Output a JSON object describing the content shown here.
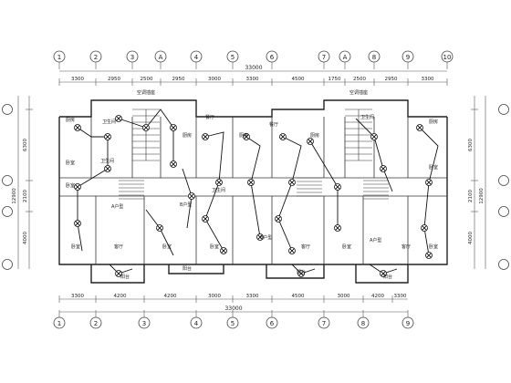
{
  "axes_top": [
    "1",
    "2",
    "3",
    "A",
    "4",
    "5",
    "6",
    "7",
    "A",
    "8",
    "9",
    "10"
  ],
  "axes_bottom": [
    "1",
    "2",
    "3",
    "4",
    "5",
    "6",
    "7",
    "8",
    "9"
  ],
  "axes_side": [
    "",
    "",
    "",
    ""
  ],
  "dims_top_total": "33000",
  "dims_top": [
    "3300",
    "2950",
    "2500",
    "2950",
    "3000",
    "3300",
    "4500",
    "1750",
    "2500",
    "2950",
    "3300"
  ],
  "dims_bottom": [
    "3300",
    "4200",
    "4200",
    "3000",
    "3300",
    "4500",
    "3000",
    "4200",
    "3300"
  ],
  "dims_bottom_total": "33000",
  "dims_left": [
    "6300",
    "2100",
    "4000"
  ],
  "dims_left_total": "12900",
  "dims_right": [
    "6300",
    "2100",
    "4000"
  ],
  "dims_right_total": "12900",
  "room_labels": [
    "厨房",
    "卫生间",
    "厨房",
    "餐厅",
    "厨房",
    "餐厅",
    "厨房",
    "卫生间",
    "厨房",
    "卧室",
    "卫生间",
    "卧室",
    "卫生间",
    "卧室",
    "A户型",
    "B户型",
    "B户型",
    "A户型",
    "卧室",
    "客厅",
    "卧室",
    "卧室",
    "客厅",
    "卧室",
    "客厅",
    "卧室",
    "阳台",
    "阳台",
    "阳台",
    "阳台"
  ],
  "panel_labels": [
    "空调插座",
    "空调插座"
  ],
  "colors": {
    "line": "#222222",
    "background": "#ffffff"
  }
}
